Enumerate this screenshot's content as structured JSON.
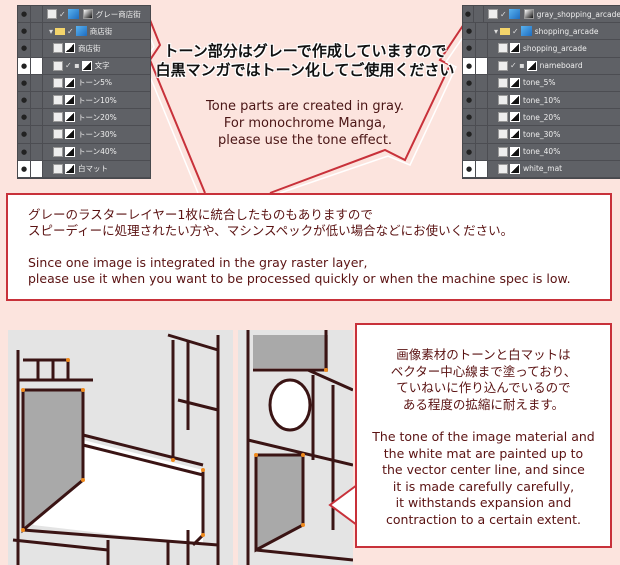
{
  "left_layers": {
    "rows": [
      {
        "label": "グレー商店街",
        "type": "raster",
        "eye": false
      },
      {
        "label": "商店街",
        "type": "folder",
        "eye": false
      },
      {
        "label": "商店街",
        "type": "layer",
        "eye": false
      },
      {
        "label": "文字",
        "type": "text",
        "eye": true
      },
      {
        "label": "トーン5%",
        "type": "layer",
        "eye": false
      },
      {
        "label": "トーン10%",
        "type": "layer",
        "eye": false
      },
      {
        "label": "トーン20%",
        "type": "layer",
        "eye": false
      },
      {
        "label": "トーン30%",
        "type": "layer",
        "eye": false
      },
      {
        "label": "トーン40%",
        "type": "layer",
        "eye": false
      },
      {
        "label": "白マット",
        "type": "layer",
        "eye": true
      }
    ]
  },
  "right_layers": {
    "rows": [
      {
        "label": "gray_shopping_arcade",
        "type": "raster",
        "eye": false
      },
      {
        "label": "shopping_arcade",
        "type": "folder",
        "eye": false
      },
      {
        "label": "shopping_arcade",
        "type": "layer",
        "eye": false
      },
      {
        "label": "nameboard",
        "type": "text",
        "eye": true
      },
      {
        "label": "tone_5%",
        "type": "layer",
        "eye": false
      },
      {
        "label": "tone_10%",
        "type": "layer",
        "eye": false
      },
      {
        "label": "tone_20%",
        "type": "layer",
        "eye": false
      },
      {
        "label": "tone_30%",
        "type": "layer",
        "eye": false
      },
      {
        "label": "tone_40%",
        "type": "layer",
        "eye": false
      },
      {
        "label": "white_mat",
        "type": "layer",
        "eye": true
      }
    ]
  },
  "tone_note": {
    "jp_line1": "トーン部分はグレーで作成していますので",
    "jp_line2": "白黒マンガではトーン化してご使用ください",
    "en_line1": "Tone parts are created in gray.",
    "en_line2": "For monochrome Manga,",
    "en_line3": "please use the tone effect."
  },
  "raster_note": {
    "jp_line1": "グレーのラスターレイヤー1枚に統合したものもありますので",
    "jp_line2": "スピーディーに処理されたい方や、マシンスペックが低い場合などにお使いください。",
    "en_line1": "Since one image is integrated in the gray raster layer,",
    "en_line2": "please use it when you want to be processed quickly or when the machine spec is low."
  },
  "scale_note": {
    "jp_line1": "画像素材のトーンと白マットは",
    "jp_line2": "ベクター中心線まで塗っており、",
    "jp_line3": "ていねいに作り込んでいるので",
    "jp_line4": "ある程度の拡縮に耐えます。",
    "en_line1": "The tone of the image material and",
    "en_line2": "the white mat are painted up to",
    "en_line3": "the vector center line, and since",
    "en_line4": "it is made carefully carefully,",
    "en_line5": "it withstands expansion and",
    "en_line6": "contraction to a certain extent."
  },
  "colors": {
    "background": "#fce4de",
    "accent": "#c8313a",
    "panel": "#5f6166",
    "text": "#5a1212"
  }
}
